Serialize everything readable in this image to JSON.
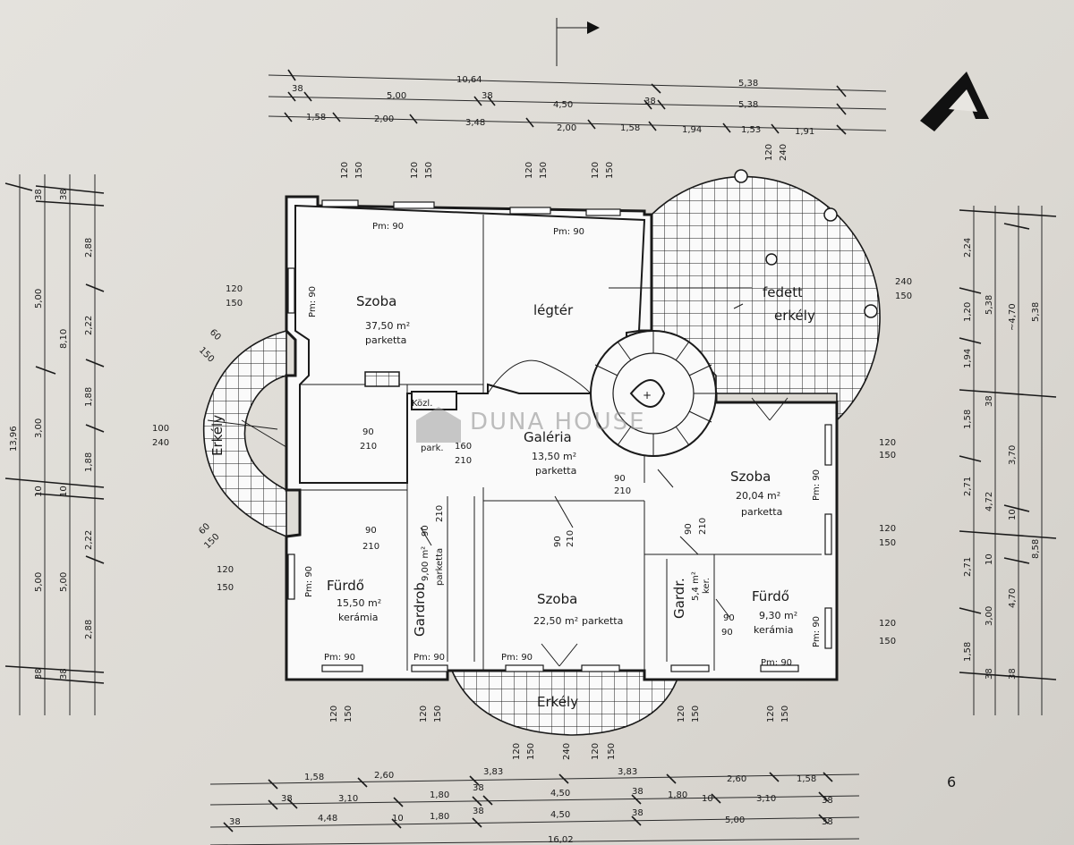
{
  "watermark": "DUNA HOUSE",
  "page_number": "6",
  "rooms": {
    "szoba_nw": {
      "name": "Szoba",
      "area": "37,50 m²",
      "floor": "parketta"
    },
    "legter": {
      "name": "légtér"
    },
    "fedett": {
      "line1": "fedett",
      "line2": "erkély"
    },
    "galeria": {
      "name": "Galéria",
      "area": "13,50 m²",
      "floor": "parketta"
    },
    "szoba_e": {
      "name": "Szoba",
      "area": "20,04 m²",
      "floor": "parketta"
    },
    "furdo_w": {
      "name": "Fürdő",
      "area": "15,50 m²",
      "floor": "kerámia"
    },
    "gardrob_w": {
      "name": "Gardrob",
      "area": "9,00 m²",
      "floor": "parketta"
    },
    "szoba_s": {
      "name": "Szoba",
      "area": "22,50 m²",
      "floor": "parketta"
    },
    "gardr_e": {
      "name": "Gardr.",
      "area": "5,4 m²",
      "floor": "ker."
    },
    "furdo_e": {
      "name": "Fürdő",
      "area": "9,30 m²",
      "floor": "kerámia"
    },
    "kozl": {
      "name": "Közl.",
      "floor": "park.",
      "door_w": "160",
      "door_h": "210"
    },
    "erkely_w": {
      "name": "Erkély"
    },
    "erkely_s": {
      "name": "Erkély"
    }
  },
  "pm": {
    "pm90": "Pm: 90"
  },
  "doors": {
    "d90": "90",
    "d210": "210",
    "d100": "100",
    "d240": "240",
    "d60": "60",
    "d150": "150",
    "d120": "120"
  },
  "dims_top": {
    "row1": [
      "10,64",
      "5,38"
    ],
    "row2": [
      "38",
      "5,00",
      "38",
      "4,50",
      "38",
      "5,38"
    ],
    "row3": [
      "1,58",
      "2,00",
      "3,48",
      "2,00",
      "1,58",
      "1,94",
      "1,53",
      "1,91"
    ]
  },
  "dims_bottom": {
    "row1": [
      "1,58",
      "2,60",
      "3,83",
      "3,83",
      "2,60",
      "1,58"
    ],
    "row2": [
      "38",
      "3,10",
      "1,80",
      "38",
      "4,50",
      "38",
      "1,80",
      "10",
      "3,10",
      "38"
    ],
    "row3": [
      "38",
      "4,48",
      "10",
      "1,80",
      "38",
      "4,50",
      "38",
      "5,00",
      "38"
    ],
    "total": "16,02"
  },
  "dims_left": {
    "total": "13,96",
    "col1": [
      "38",
      "5,00",
      "3,00",
      "10",
      "5,00",
      "38"
    ],
    "col2": [
      "38",
      "8,10",
      "10",
      "5,00",
      "38"
    ],
    "col3": [
      "2,88",
      "2,22",
      "1,88",
      "1,88",
      "2,22",
      "2,88"
    ]
  },
  "dims_right": {
    "col1": [
      "2,24",
      "1,20",
      "1,94",
      "1,58",
      "2,71",
      "2,71",
      "1,58"
    ],
    "col2": [
      "5,38",
      "38",
      "4,72",
      "10",
      "3,00",
      "38"
    ],
    "col3": [
      "~4,70",
      "3,70",
      "10",
      "4,70",
      "38"
    ],
    "col4": [
      "5,38",
      "8,58"
    ]
  }
}
